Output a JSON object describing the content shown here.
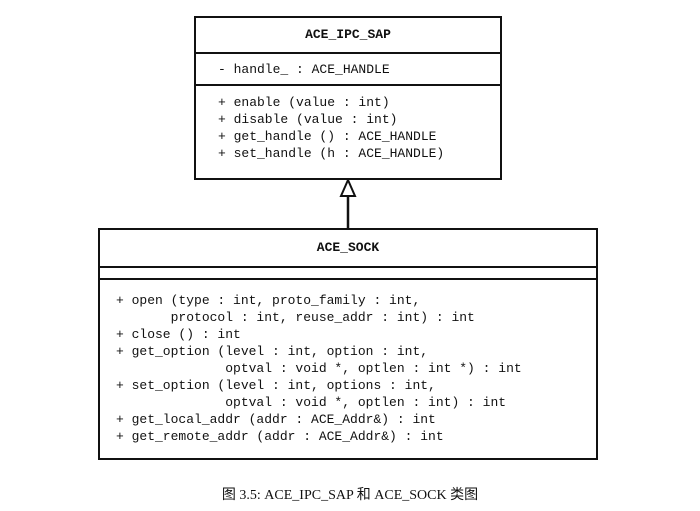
{
  "ipc_sap": {
    "name": "ACE_IPC_SAP",
    "attributes": [
      "- handle_ : ACE_HANDLE"
    ],
    "operations": [
      "+ enable (value : int)",
      "+ disable (value : int)",
      "+ get_handle () : ACE_HANDLE",
      "+ set_handle (h : ACE_HANDLE)"
    ]
  },
  "sock": {
    "name": "ACE_SOCK",
    "operations": [
      "+ open (type : int, proto_family : int,",
      "       protocol : int, reuse_addr : int) : int",
      "+ close () : int",
      "+ get_option (level : int, option : int,",
      "              optval : void *, optlen : int *) : int",
      "+ set_option (level : int, options : int,",
      "              optval : void *, optlen : int) : int",
      "+ get_local_addr (addr : ACE_Addr&) : int",
      "+ get_remote_addr (addr : ACE_Addr&) : int"
    ]
  },
  "caption": "图 3.5:  ACE_IPC_SAP 和 ACE_SOCK 类图"
}
